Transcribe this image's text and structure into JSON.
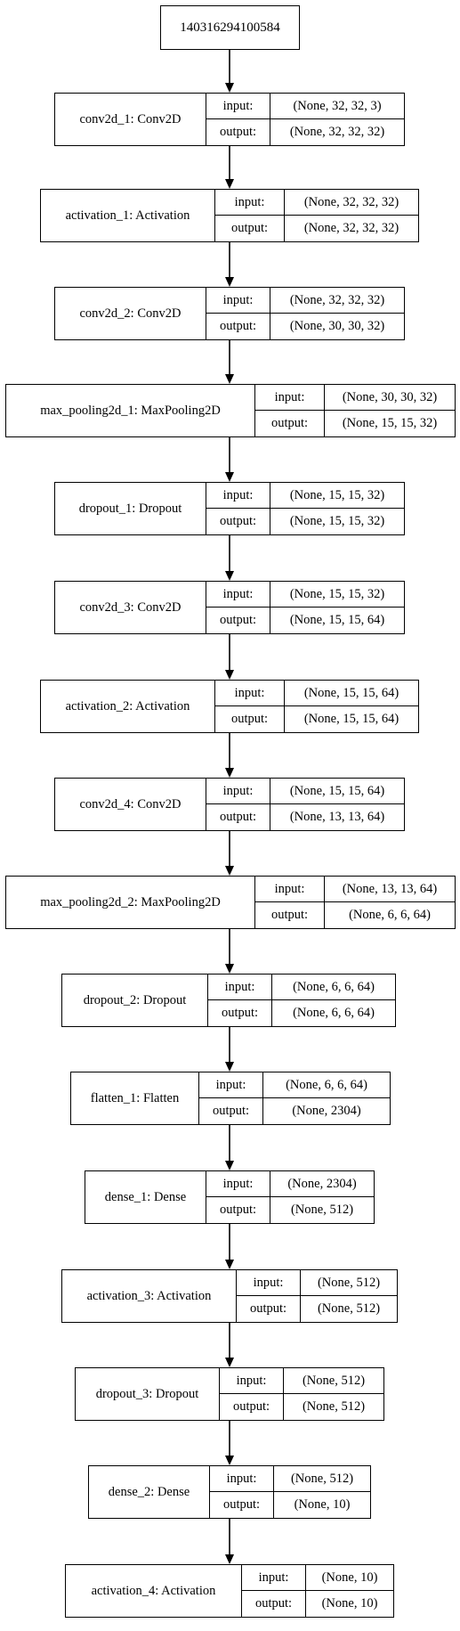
{
  "root_label": "140316294100584",
  "io_labels": {
    "input": "input:",
    "output": "output:"
  },
  "layers": [
    {
      "name": "conv2d_1: Conv2D",
      "input": "(None, 32, 32, 3)",
      "output": "(None, 32, 32, 32)"
    },
    {
      "name": "activation_1: Activation",
      "input": "(None, 32, 32, 32)",
      "output": "(None, 32, 32, 32)"
    },
    {
      "name": "conv2d_2: Conv2D",
      "input": "(None, 32, 32, 32)",
      "output": "(None, 30, 30, 32)"
    },
    {
      "name": "max_pooling2d_1: MaxPooling2D",
      "input": "(None, 30, 30, 32)",
      "output": "(None, 15, 15, 32)"
    },
    {
      "name": "dropout_1: Dropout",
      "input": "(None, 15, 15, 32)",
      "output": "(None, 15, 15, 32)"
    },
    {
      "name": "conv2d_3: Conv2D",
      "input": "(None, 15, 15, 32)",
      "output": "(None, 15, 15, 64)"
    },
    {
      "name": "activation_2: Activation",
      "input": "(None, 15, 15, 64)",
      "output": "(None, 15, 15, 64)"
    },
    {
      "name": "conv2d_4: Conv2D",
      "input": "(None, 15, 15, 64)",
      "output": "(None, 13, 13, 64)"
    },
    {
      "name": "max_pooling2d_2: MaxPooling2D",
      "input": "(None, 13, 13, 64)",
      "output": "(None, 6, 6, 64)"
    },
    {
      "name": "dropout_2: Dropout",
      "input": "(None, 6, 6, 64)",
      "output": "(None, 6, 6, 64)"
    },
    {
      "name": "flatten_1: Flatten",
      "input": "(None, 6, 6, 64)",
      "output": "(None, 2304)"
    },
    {
      "name": "dense_1: Dense",
      "input": "(None, 2304)",
      "output": "(None, 512)"
    },
    {
      "name": "activation_3: Activation",
      "input": "(None, 512)",
      "output": "(None, 512)"
    },
    {
      "name": "dropout_3: Dropout",
      "input": "(None, 512)",
      "output": "(None, 512)"
    },
    {
      "name": "dense_2: Dense",
      "input": "(None, 512)",
      "output": "(None, 10)"
    },
    {
      "name": "activation_4: Activation",
      "input": "(None, 10)",
      "output": "(None, 10)"
    }
  ]
}
